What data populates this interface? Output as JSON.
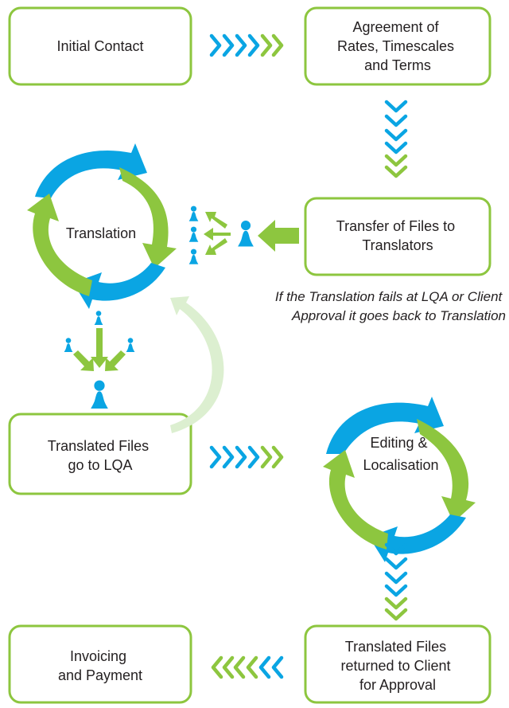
{
  "colors": {
    "green": "#8dc63f",
    "blue": "#0aa5e3",
    "light_green": "#dcefd0",
    "text": "#231f20"
  },
  "steps": {
    "initial_contact": [
      "Initial Contact"
    ],
    "agreement": [
      "Agreement of",
      "Rates, Timescales",
      "and Terms"
    ],
    "transfer": [
      "Transfer of Files to",
      "Translators"
    ],
    "translation": [
      "Translation"
    ],
    "translated_to_lqa": [
      "Translated Files",
      "go to LQA"
    ],
    "editing": [
      "Editing &",
      "Localisation"
    ],
    "returned": [
      "Translated Files",
      "returned to Client",
      "for Approval"
    ],
    "invoicing": [
      "Invoicing",
      "and Payment"
    ]
  },
  "note": [
    "If the Translation fails at LQA or Client",
    "Approval it goes back to Translation"
  ],
  "icons": {
    "cycle": "cycle-arrows-icon",
    "person": "person-icon",
    "chevron": "chevron-arrow-icon",
    "arrow": "block-arrow-icon"
  }
}
